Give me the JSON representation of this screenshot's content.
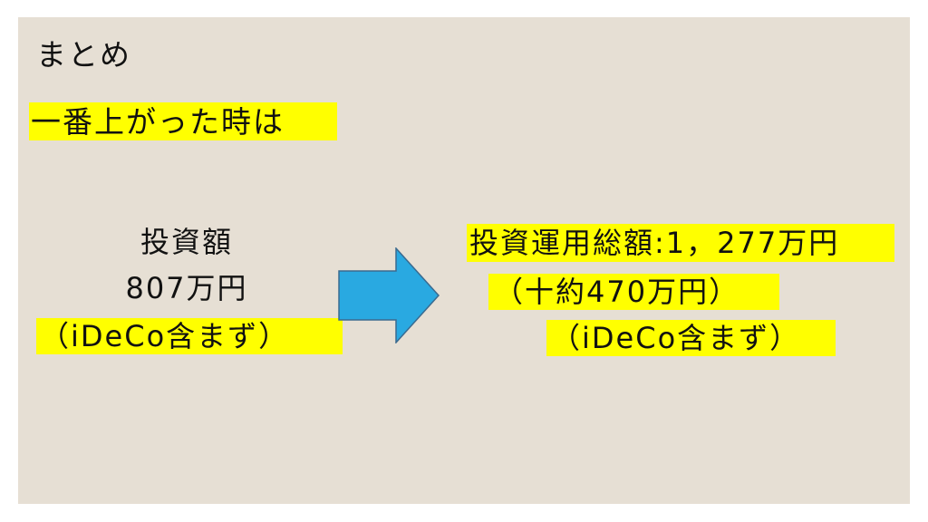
{
  "slide": {
    "title": "まとめ",
    "subtitle": "一番上がった時は",
    "left": {
      "label": "投資額",
      "amount": "807万円",
      "note": "（iDeCo含まず）"
    },
    "right": {
      "total": "投資運用総額:1，277万円",
      "gain": "（十約470万円）",
      "note": "（iDeCo含まず）"
    },
    "arrow_icon": "arrow-right-icon"
  },
  "colors": {
    "background": "#e6dfd4",
    "highlight": "#ffff00",
    "arrow_fill": "#29a9e1",
    "arrow_stroke": "#3a6a8f"
  }
}
